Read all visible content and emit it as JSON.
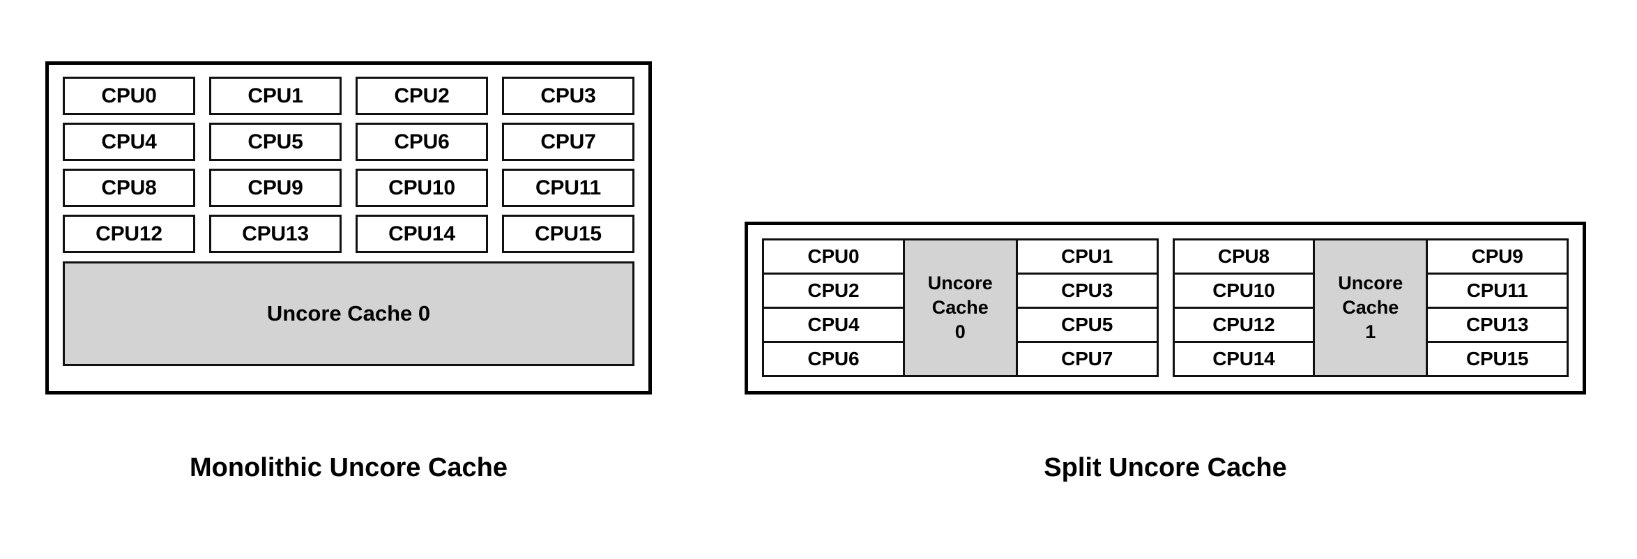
{
  "figure": {
    "title": "",
    "colors": {
      "cache_fill": "#d3d3d3",
      "box_stroke": "#111111",
      "panel_stroke": "#000000",
      "background": "#ffffff",
      "text": "#000000"
    }
  },
  "monolithic": {
    "caption": "Monolithic Uncore Cache",
    "cpus": [
      "CPU0",
      "CPU1",
      "CPU2",
      "CPU3",
      "CPU4",
      "CPU5",
      "CPU6",
      "CPU7",
      "CPU8",
      "CPU9",
      "CPU10",
      "CPU11",
      "CPU12",
      "CPU13",
      "CPU14",
      "CPU15"
    ],
    "cache_label": "Uncore Cache 0"
  },
  "split": {
    "caption": "Split Uncore Cache",
    "clusters": [
      {
        "left_cpus": [
          "CPU0",
          "CPU2",
          "CPU4",
          "CPU6"
        ],
        "cache_line1": "Uncore",
        "cache_line2": "Cache",
        "cache_line3": "0",
        "right_cpus": [
          "CPU1",
          "CPU3",
          "CPU5",
          "CPU7"
        ]
      },
      {
        "left_cpus": [
          "CPU8",
          "CPU10",
          "CPU12",
          "CPU14"
        ],
        "cache_line1": "Uncore",
        "cache_line2": "Cache",
        "cache_line3": "1",
        "right_cpus": [
          "CPU9",
          "CPU11",
          "CPU13",
          "CPU15"
        ]
      }
    ]
  }
}
